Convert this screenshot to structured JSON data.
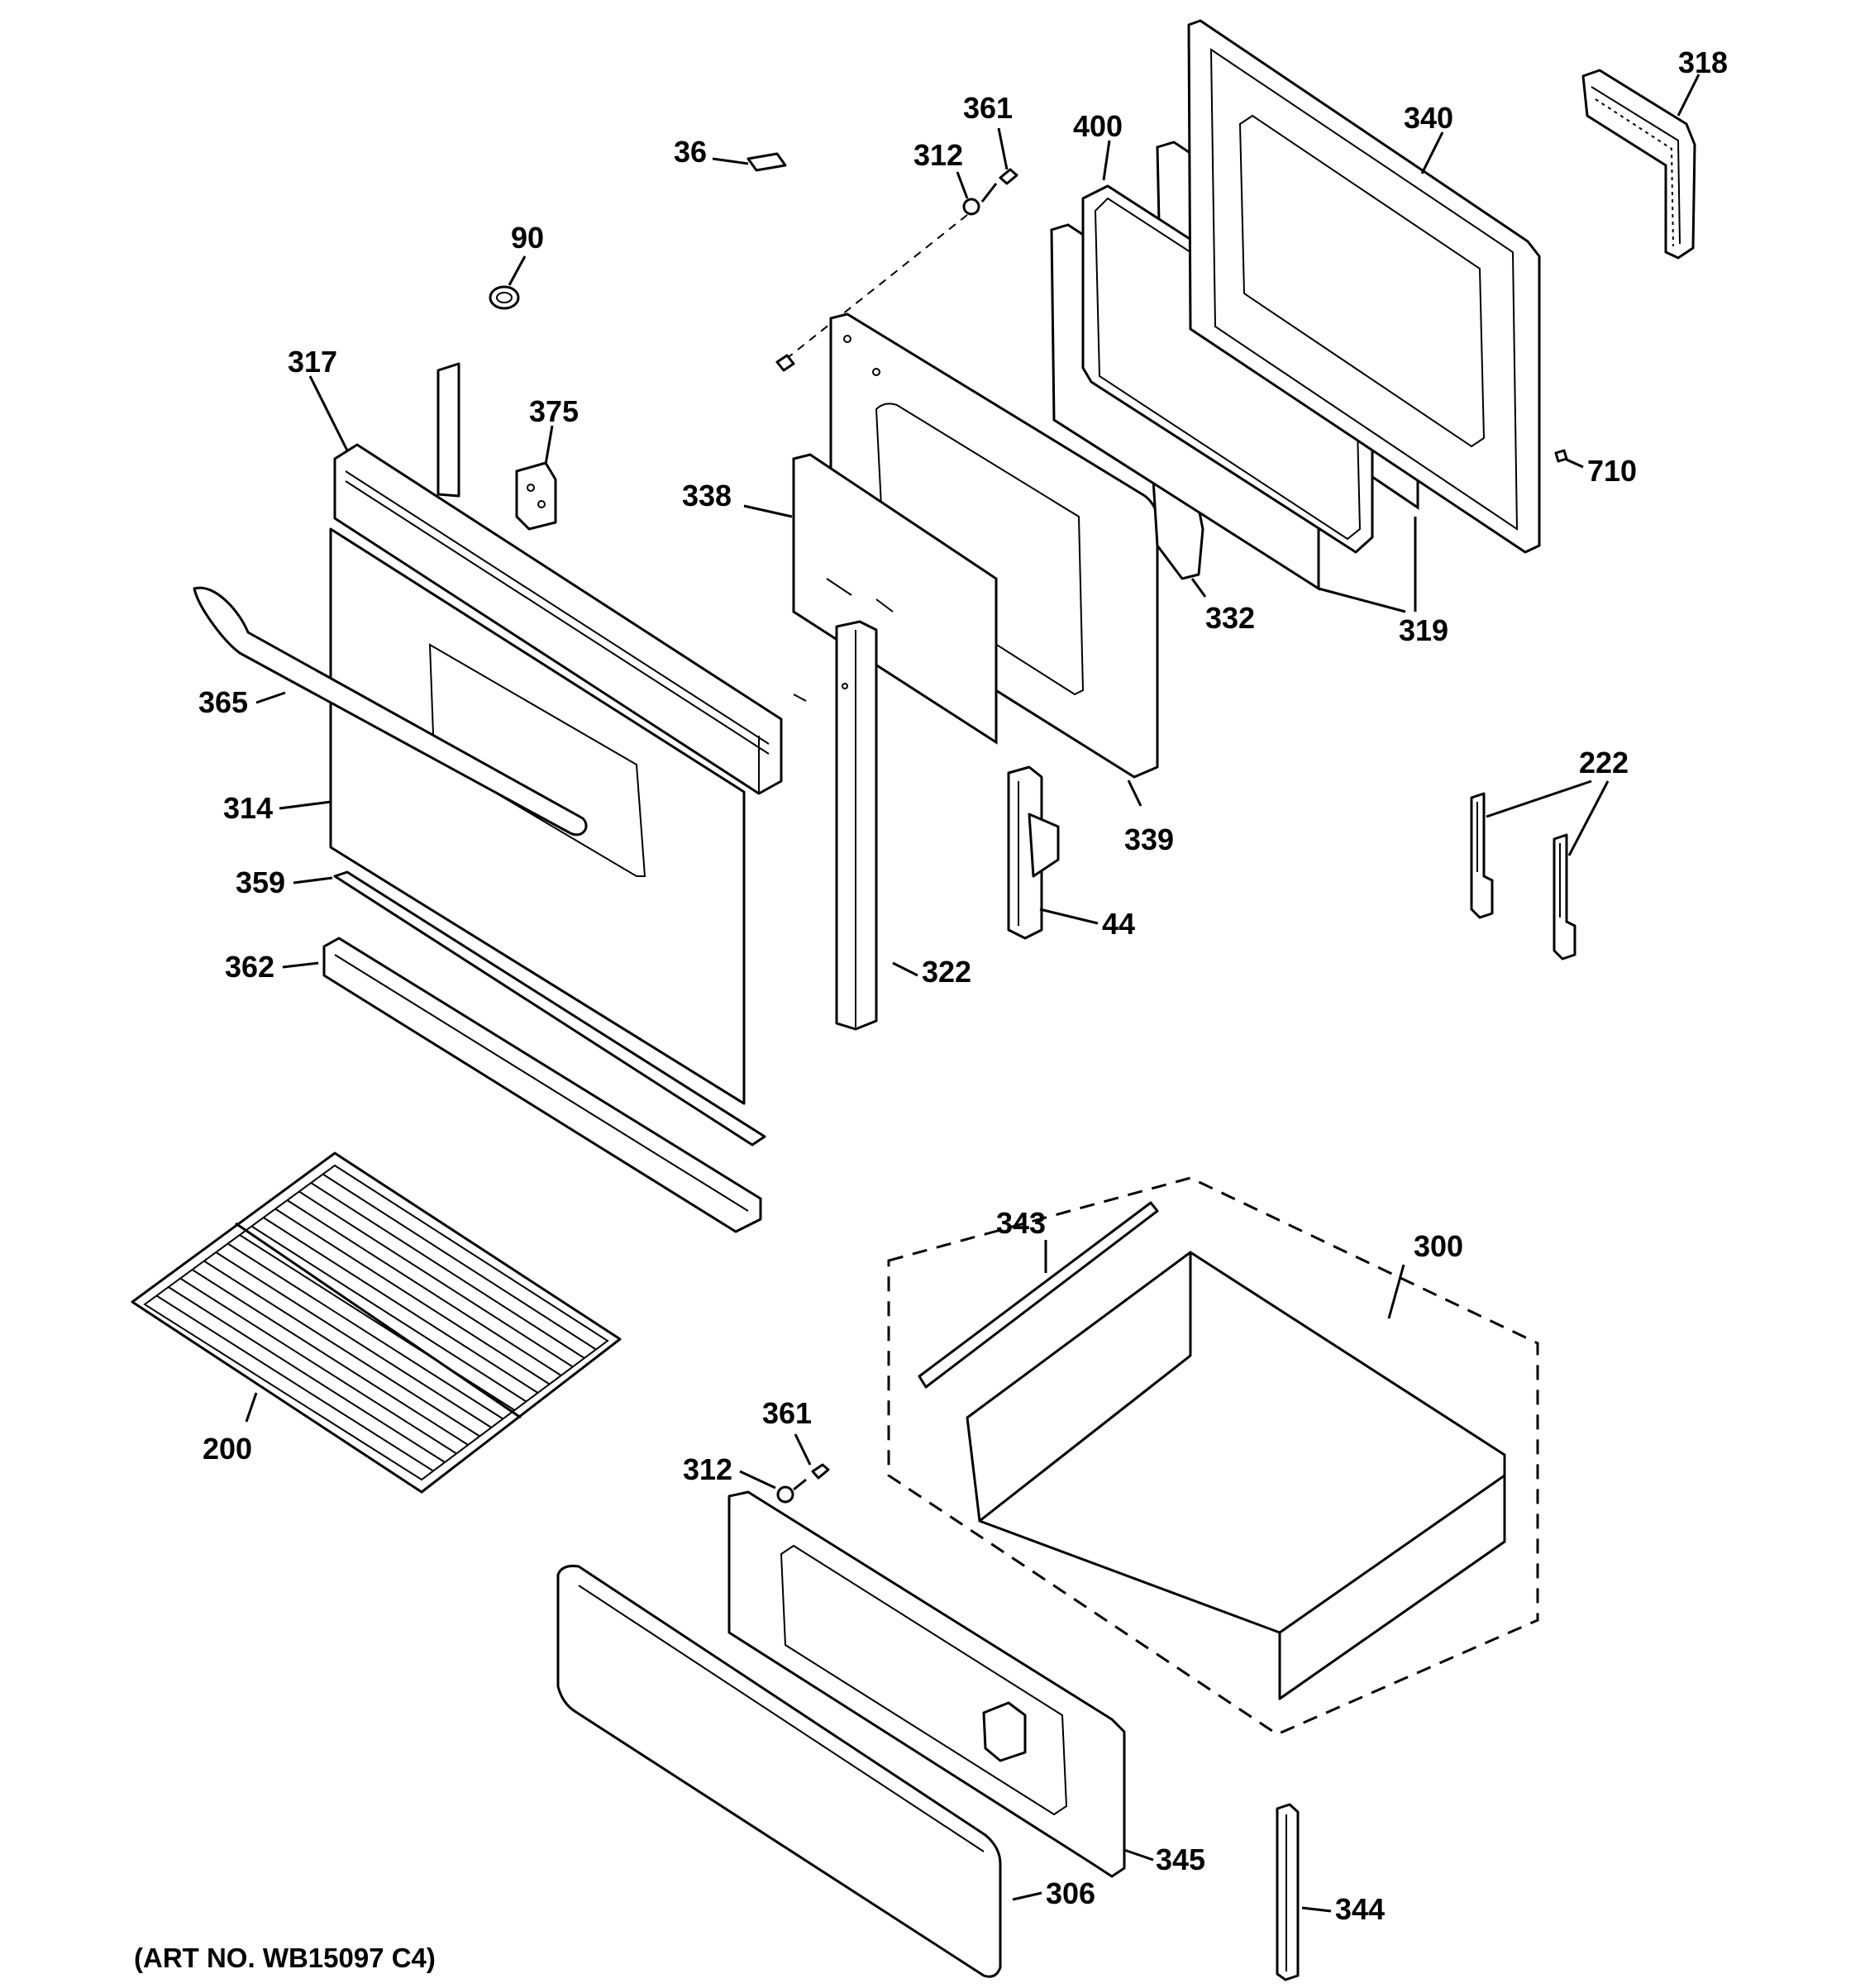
{
  "diagram": {
    "art_number": "(ART NO. WB15097 C4)",
    "callouts": {
      "p36": "36",
      "p90": "90",
      "p317": "317",
      "p375": "375",
      "p365": "365",
      "p314": "314",
      "p359": "359",
      "p362": "362",
      "p200": "200",
      "p361_top": "361",
      "p312_top": "312",
      "p338": "338",
      "p322": "322",
      "p339": "339",
      "p44": "44",
      "p400": "400",
      "p340": "340",
      "p318": "318",
      "p710": "710",
      "p332": "332",
      "p319": "319",
      "p222": "222",
      "p343": "343",
      "p300": "300",
      "p361_bottom": "361",
      "p312_bottom": "312",
      "p345": "345",
      "p306": "306",
      "p344": "344"
    }
  }
}
